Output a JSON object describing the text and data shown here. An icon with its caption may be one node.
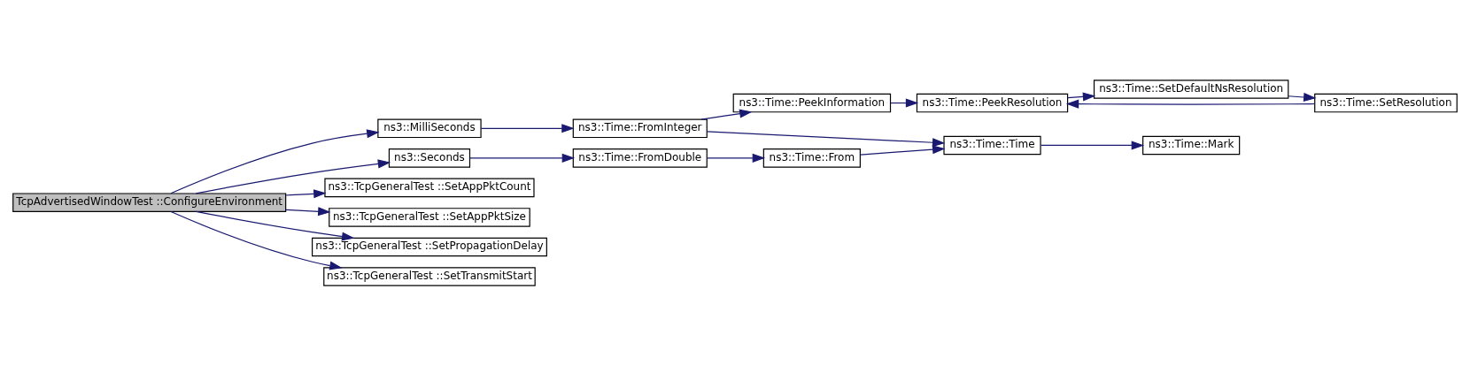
{
  "diagram": {
    "nodes": [
      {
        "text": [
          "TcpAdvertisedWindowTest ::ConfigureEnvironment"
        ]
      },
      {
        "text": [
          "ns3::MilliSeconds"
        ]
      },
      {
        "text": [
          "ns3::Seconds"
        ]
      },
      {
        "text": [
          "ns3::TcpGeneralTest ::SetAppPktCount"
        ]
      },
      {
        "text": [
          "ns3::TcpGeneralTest ::SetAppPktSize"
        ]
      },
      {
        "text": [
          "ns3::TcpGeneralTest ::SetPropagationDelay"
        ]
      },
      {
        "text": [
          "ns3::TcpGeneralTest ::SetTransmitStart"
        ]
      },
      {
        "text": [
          "ns3::Time::FromInteger"
        ]
      },
      {
        "text": [
          "ns3::Time::FromDouble"
        ]
      },
      {
        "text": [
          "ns3::Time::PeekInformation"
        ]
      },
      {
        "text": [
          "ns3::Time::From"
        ]
      },
      {
        "text": [
          "ns3::Time::PeekResolution"
        ]
      },
      {
        "text": [
          "ns3::Time::Time"
        ]
      },
      {
        "text": [
          "ns3::Time::SetDefaultNsResolution"
        ]
      },
      {
        "text": [
          "ns3::Time::Mark"
        ]
      },
      {
        "text": [
          "ns3::Time::SetResolution"
        ]
      }
    ],
    "edges": [
      {
        "from": 0,
        "to": 1,
        "arrow": "to"
      },
      {
        "from": 0,
        "to": 2,
        "arrow": "to"
      },
      {
        "from": 0,
        "to": 3,
        "arrow": "to"
      },
      {
        "from": 0,
        "to": 4,
        "arrow": "to"
      },
      {
        "from": 0,
        "to": 5,
        "arrow": "to"
      },
      {
        "from": 0,
        "to": 6,
        "arrow": "to"
      },
      {
        "from": 1,
        "to": 7,
        "arrow": "to"
      },
      {
        "from": 2,
        "to": 8,
        "arrow": "to"
      },
      {
        "from": 7,
        "to": 9,
        "arrow": "to"
      },
      {
        "from": 7,
        "to": 12,
        "arrow": "to"
      },
      {
        "from": 8,
        "to": 10,
        "arrow": "to"
      },
      {
        "from": 9,
        "to": 11,
        "arrow": "to"
      },
      {
        "from": 10,
        "to": 12,
        "arrow": "to"
      },
      {
        "from": 11,
        "to": 13,
        "arrow": "to"
      },
      {
        "from": 13,
        "to": 15,
        "arrow": "to"
      },
      {
        "from": 15,
        "to": 11,
        "arrow": "to"
      },
      {
        "from": 12,
        "to": 14,
        "arrow": "to"
      }
    ]
  }
}
